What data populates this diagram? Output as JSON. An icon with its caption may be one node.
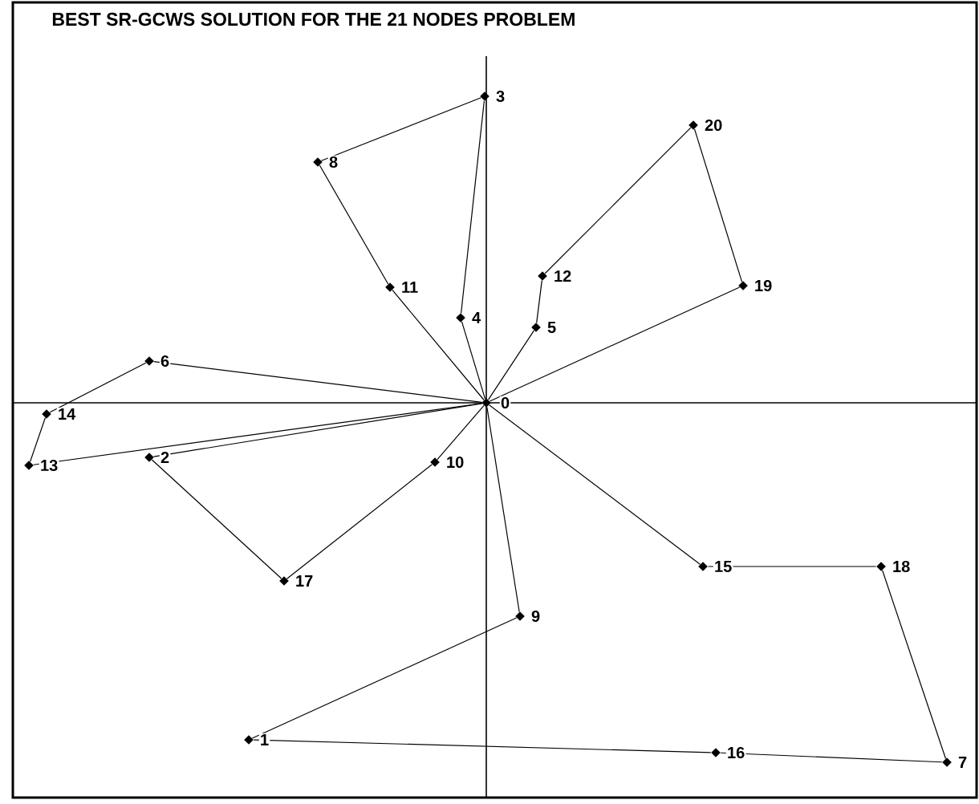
{
  "diagram": {
    "title": "BEST SR-GCWS SOLUTION FOR THE 21 NODES PROBLEM",
    "nodes": [
      {
        "text": [],
        "shape": "diamond",
        "beside": [
          "0"
        ]
      },
      {
        "text": [],
        "shape": "diamond",
        "beside": [
          "1"
        ]
      },
      {
        "text": [],
        "shape": "diamond",
        "beside": [
          "2"
        ]
      },
      {
        "text": [],
        "shape": "diamond",
        "beside": [
          "3"
        ]
      },
      {
        "text": [],
        "shape": "diamond",
        "beside": [
          "4"
        ]
      },
      {
        "text": [],
        "shape": "diamond",
        "beside": [
          "5"
        ]
      },
      {
        "text": [],
        "shape": "diamond",
        "beside": [
          "6"
        ]
      },
      {
        "text": [],
        "shape": "diamond",
        "beside": [
          "7"
        ]
      },
      {
        "text": [],
        "shape": "diamond",
        "beside": [
          "8"
        ]
      },
      {
        "text": [],
        "shape": "diamond",
        "beside": [
          "9"
        ]
      },
      {
        "text": [],
        "shape": "diamond",
        "beside": [
          "10"
        ]
      },
      {
        "text": [],
        "shape": "diamond",
        "beside": [
          "11"
        ]
      },
      {
        "text": [],
        "shape": "diamond",
        "beside": [
          "12"
        ]
      },
      {
        "text": [],
        "shape": "diamond",
        "beside": [
          "13"
        ]
      },
      {
        "text": [],
        "shape": "diamond",
        "beside": [
          "14"
        ]
      },
      {
        "text": [],
        "shape": "diamond",
        "beside": [
          "15"
        ]
      },
      {
        "text": [],
        "shape": "diamond",
        "beside": [
          "16"
        ]
      },
      {
        "text": [],
        "shape": "diamond",
        "beside": [
          "17"
        ]
      },
      {
        "text": [],
        "shape": "diamond",
        "beside": [
          "18"
        ]
      },
      {
        "text": [],
        "shape": "diamond",
        "beside": [
          "19"
        ]
      },
      {
        "text": [],
        "shape": "diamond",
        "beside": [
          "20"
        ]
      }
    ],
    "edges": [
      {
        "from": 0,
        "to": 11,
        "arrow": "none"
      },
      {
        "from": 11,
        "to": 8,
        "arrow": "none"
      },
      {
        "from": 8,
        "to": 3,
        "arrow": "none"
      },
      {
        "from": 3,
        "to": 4,
        "arrow": "none"
      },
      {
        "from": 4,
        "to": 0,
        "arrow": "none"
      },
      {
        "from": 0,
        "to": 5,
        "arrow": "none"
      },
      {
        "from": 5,
        "to": 12,
        "arrow": "none"
      },
      {
        "from": 12,
        "to": 20,
        "arrow": "none"
      },
      {
        "from": 20,
        "to": 19,
        "arrow": "none"
      },
      {
        "from": 19,
        "to": 0,
        "arrow": "none"
      },
      {
        "from": 0,
        "to": 6,
        "arrow": "none"
      },
      {
        "from": 6,
        "to": 14,
        "arrow": "none"
      },
      {
        "from": 14,
        "to": 13,
        "arrow": "none"
      },
      {
        "from": 13,
        "to": 0,
        "arrow": "none"
      },
      {
        "from": 0,
        "to": 2,
        "arrow": "none"
      },
      {
        "from": 2,
        "to": 17,
        "arrow": "none"
      },
      {
        "from": 17,
        "to": 10,
        "arrow": "none"
      },
      {
        "from": 10,
        "to": 0,
        "arrow": "none"
      },
      {
        "from": 0,
        "to": 15,
        "arrow": "none"
      },
      {
        "from": 15,
        "to": 18,
        "arrow": "none"
      },
      {
        "from": 18,
        "to": 7,
        "arrow": "none"
      },
      {
        "from": 7,
        "to": 16,
        "arrow": "none"
      },
      {
        "from": 16,
        "to": 1,
        "arrow": "none"
      },
      {
        "from": 1,
        "to": 9,
        "arrow": "none"
      },
      {
        "from": 9,
        "to": 0,
        "arrow": "none"
      }
    ]
  }
}
